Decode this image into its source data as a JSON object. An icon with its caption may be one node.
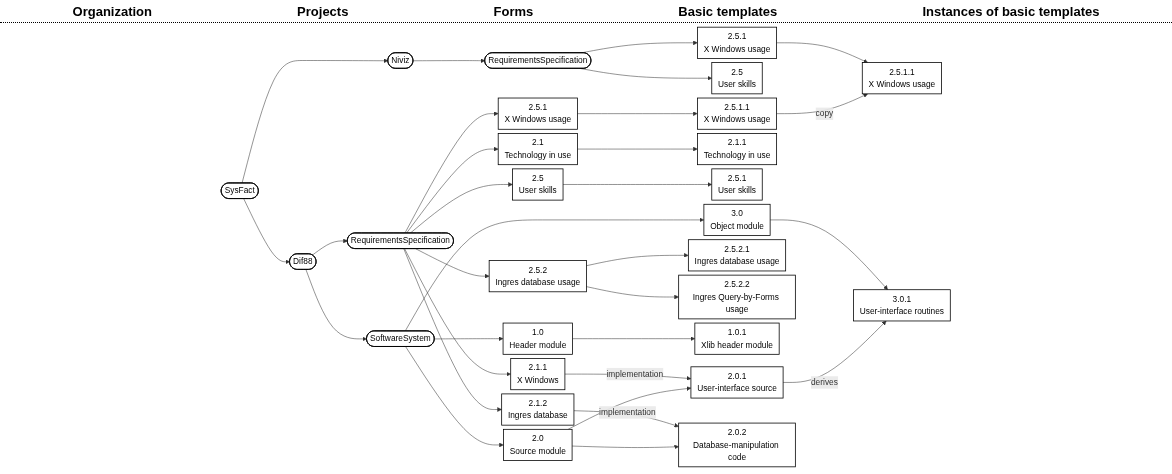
{
  "diagram": {
    "nodes": [
      {
        "text": [
          "SysFact"
        ]
      },
      {
        "text": [
          "Dif88"
        ]
      },
      {
        "text": [
          "Niviz"
        ]
      },
      {
        "text": [
          "RequirementsSpecification"
        ]
      },
      {
        "text": [
          "SoftwareSystem"
        ]
      },
      {
        "text": [
          "RequirementsSpecification"
        ]
      },
      {
        "text": [
          "2.1",
          "Technology in use"
        ]
      },
      {
        "text": [
          "2.1.1",
          "X Windows"
        ]
      },
      {
        "text": [
          "2.1.2",
          "Ingres database"
        ]
      },
      {
        "text": [
          "2.5",
          "User skills"
        ]
      },
      {
        "text": [
          "2.5.1",
          "X Windows usage"
        ]
      },
      {
        "text": [
          "2.5.2",
          "Ingres database usage"
        ]
      },
      {
        "text": [
          "1.0",
          "Header module"
        ]
      },
      {
        "text": [
          "2.0",
          "Source module"
        ]
      },
      {
        "text": [
          "3.0",
          "Object module"
        ]
      },
      {
        "text": [
          "2.5",
          "User skills"
        ]
      },
      {
        "text": [
          "2.5.1",
          "X Windows usage"
        ]
      },
      {
        "text": [
          "2.1.1",
          "Technology in use"
        ]
      },
      {
        "text": [
          "2.5.1",
          "User skills"
        ]
      },
      {
        "text": [
          "2.5.1.1",
          "X Windows usage"
        ]
      },
      {
        "text": [
          "2.5.2.1",
          "Ingres database usage"
        ]
      },
      {
        "text": [
          "2.5.2.2",
          "Ingres Query-by-Forms usage"
        ]
      },
      {
        "text": [
          "1.0.1",
          "Xlib header module"
        ]
      },
      {
        "text": [
          "2.0.1",
          "User-interface source"
        ]
      },
      {
        "text": [
          "2.0.2",
          "Database-manipulation code"
        ]
      },
      {
        "text": [
          "3.0.1",
          "User-interface routines"
        ]
      },
      {
        "text": [
          "2.5.1.1",
          "X Windows usage"
        ]
      }
    ],
    "edges": [
      {
        "from": 0,
        "to": 1,
        "arrow": "to"
      },
      {
        "from": 0,
        "to": 2,
        "arrow": "to"
      },
      {
        "from": 1,
        "to": 3,
        "arrow": "to"
      },
      {
        "from": 1,
        "to": 4,
        "arrow": "to"
      },
      {
        "from": 2,
        "to": 5,
        "arrow": "to"
      },
      {
        "from": 3,
        "to": 6,
        "arrow": "to"
      },
      {
        "from": 3,
        "to": 7,
        "arrow": "to"
      },
      {
        "from": 3,
        "to": 8,
        "arrow": "to"
      },
      {
        "from": 3,
        "to": 9,
        "arrow": "to"
      },
      {
        "from": 3,
        "to": 10,
        "arrow": "to"
      },
      {
        "from": 3,
        "to": 11,
        "arrow": "to"
      },
      {
        "from": 4,
        "to": 12,
        "arrow": "to"
      },
      {
        "from": 4,
        "to": 13,
        "arrow": "to"
      },
      {
        "from": 4,
        "to": 14,
        "arrow": "to"
      },
      {
        "from": 5,
        "to": 15,
        "arrow": "to"
      },
      {
        "from": 5,
        "to": 16,
        "arrow": "to"
      },
      {
        "from": 6,
        "to": 17,
        "arrow": "to"
      },
      {
        "from": 9,
        "to": 18,
        "arrow": "to"
      },
      {
        "from": 10,
        "to": 19,
        "arrow": "to"
      },
      {
        "from": 11,
        "to": 20,
        "arrow": "to"
      },
      {
        "from": 11,
        "to": 21,
        "arrow": "to"
      },
      {
        "from": 7,
        "to": 23,
        "arrow": "to",
        "label": "implementation"
      },
      {
        "from": 8,
        "to": 24,
        "arrow": "to",
        "label": "implementation"
      },
      {
        "from": 12,
        "to": 22,
        "arrow": "to"
      },
      {
        "from": 13,
        "to": 23,
        "arrow": "to"
      },
      {
        "from": 13,
        "to": 24,
        "arrow": "to"
      },
      {
        "from": 14,
        "to": 25,
        "arrow": "to"
      },
      {
        "from": 16,
        "to": 26,
        "arrow": "to"
      },
      {
        "from": 19,
        "to": 26,
        "arrow": "to",
        "label": "copy"
      },
      {
        "from": 23,
        "to": 25,
        "arrow": "to",
        "label": "derives"
      }
    ],
    "labels": [
      "Organization",
      "Projects",
      "Forms",
      "Basic templates",
      "Instances of basic templates"
    ]
  }
}
